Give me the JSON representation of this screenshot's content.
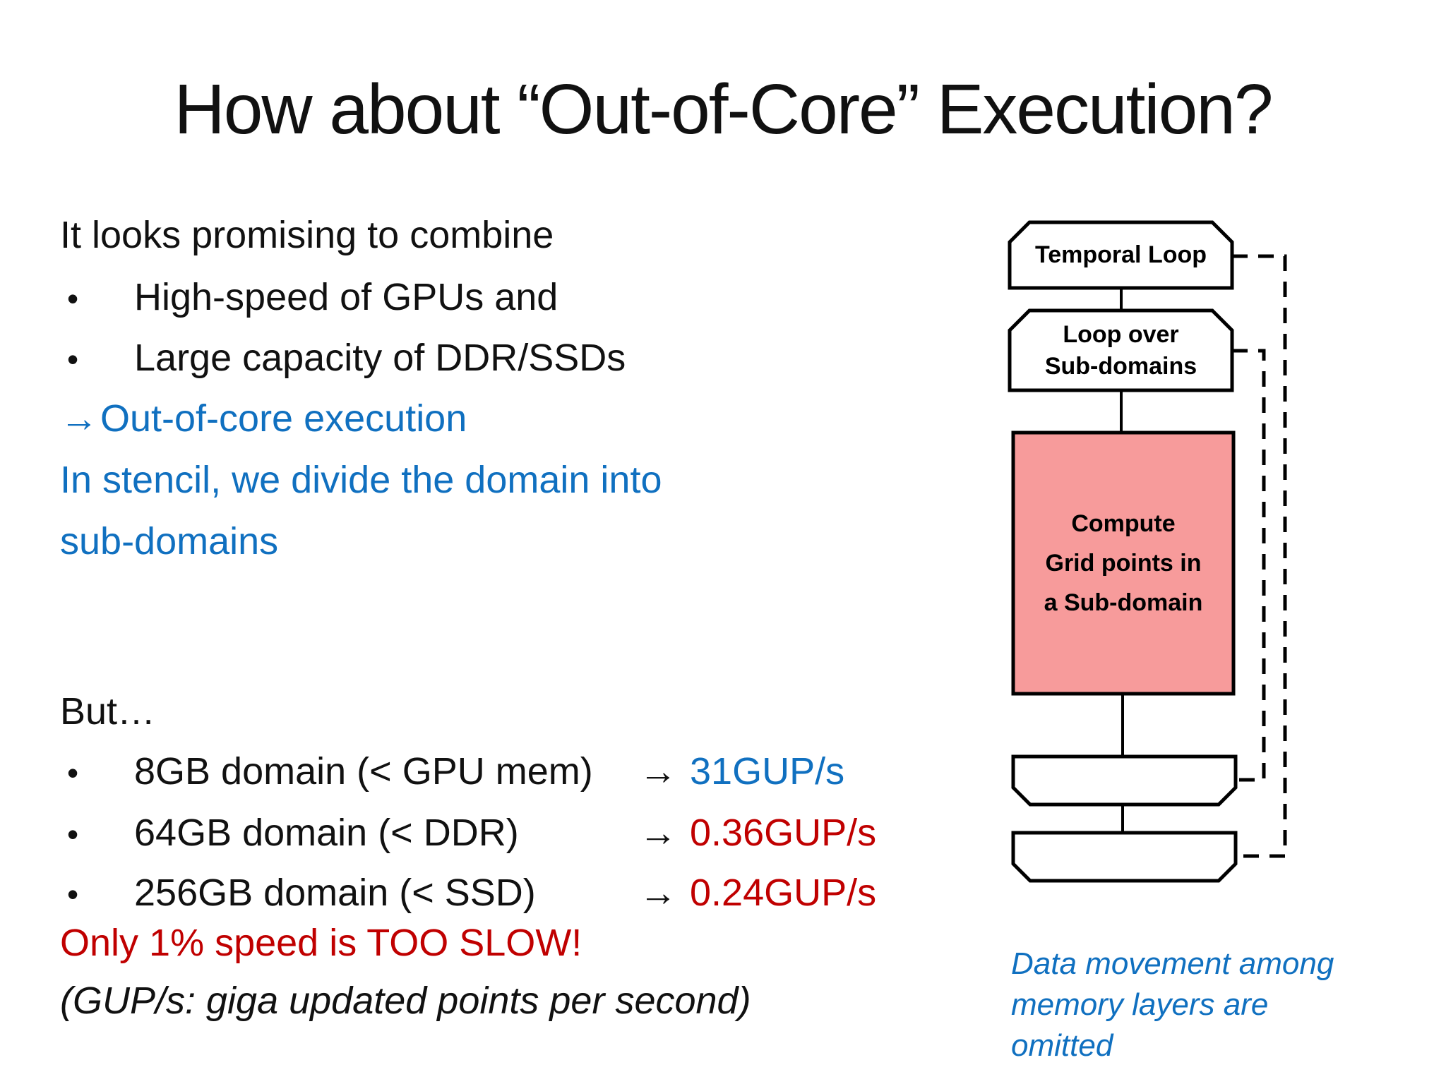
{
  "slide": {
    "title": "How about “Out-of-Core” Execution?",
    "bullet_char": "•",
    "intro": {
      "line1": "It looks promising to combine",
      "bullet1": "High-speed of GPUs and",
      "bullet2": "Large capacity of DDR/SSDs",
      "arrow": "→",
      "arrow_text": "Out-of-core execution",
      "line2": "In stencil, we divide the domain into",
      "line3": "sub-domains"
    },
    "results": {
      "heading": "But…",
      "items": [
        {
          "label": "8GB domain (< GPU mem)",
          "arrow": "→",
          "value": "31GUP/s"
        },
        {
          "label": "64GB domain (< DDR)",
          "arrow": "→",
          "value": "0.36GUP/s"
        },
        {
          "label": "256GB domain (< SSD)",
          "arrow": "→",
          "value": "0.24GUP/s"
        }
      ],
      "conclusion": "Only 1% speed is TOO SLOW!",
      "footnote": "(GUP/s: giga updated points per second)"
    },
    "diagram": {
      "box_temporal": "Temporal Loop",
      "box_loop_line1": "Loop over",
      "box_loop_line2": "Sub-domains",
      "box_compute_line1": "Compute",
      "box_compute_line2": "Grid points in",
      "box_compute_line3": "a Sub-domain",
      "caption_line1": "Data movement among",
      "caption_line2": "memory layers are omitted"
    },
    "colors": {
      "blue": "#1070C0",
      "red": "#C00000",
      "pink": "#F79B9B",
      "line_black": "#000000"
    }
  }
}
